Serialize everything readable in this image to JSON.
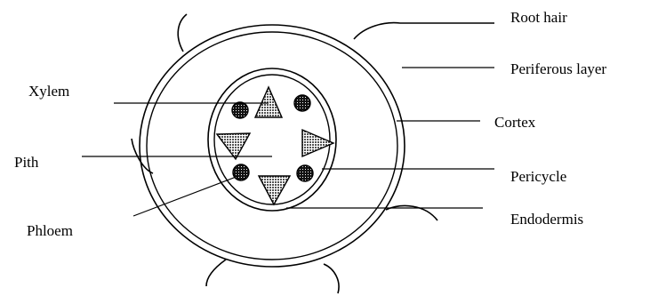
{
  "diagram": {
    "labels": {
      "root_hair": "Root hair",
      "periferous_layer": "Periferous layer",
      "cortex": "Cortex",
      "pericycle": "Pericycle",
      "endodermis": "Endodermis",
      "xylem": "Xylem",
      "pith": "Pith",
      "phloem": "Phloem"
    },
    "colors": {
      "line": "#000000",
      "background": "#ffffff",
      "xylem_fill": "#808080",
      "phloem_fill": "#303030"
    }
  }
}
